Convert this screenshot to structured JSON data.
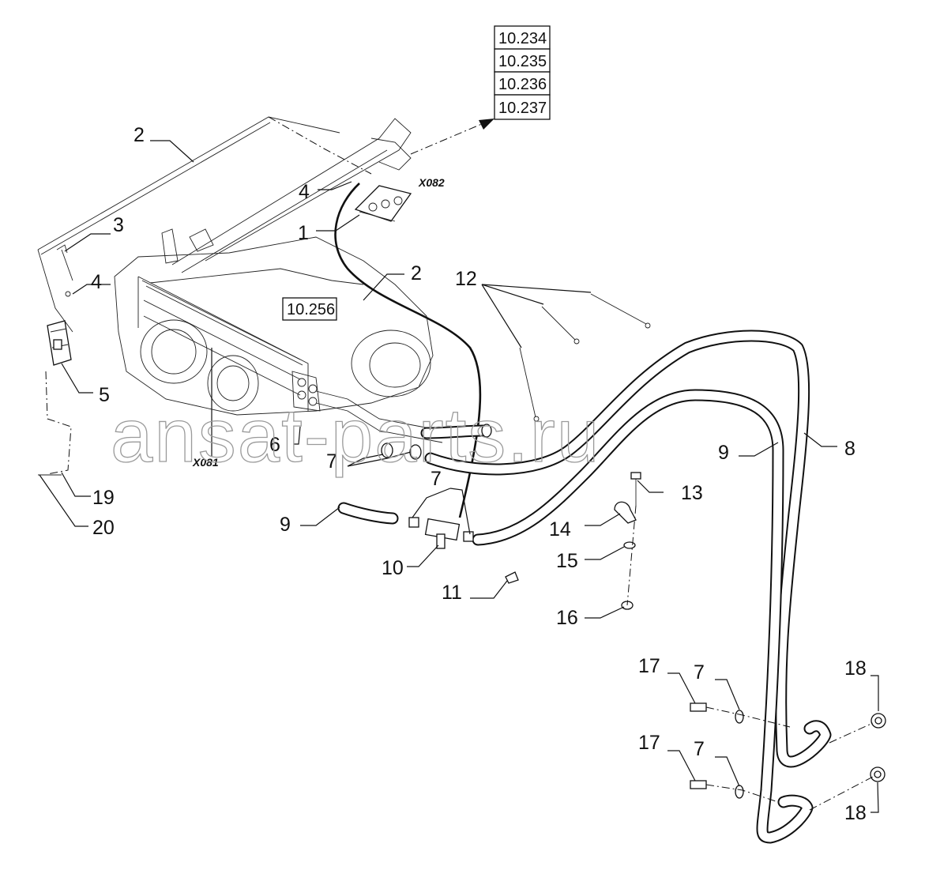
{
  "watermark": "ansat-parts.ru",
  "reference_boxes": {
    "top_stack": [
      "10.234",
      "10.235",
      "10.236",
      "10.237"
    ],
    "unit": "10.256"
  },
  "connectors": {
    "x082": "X082",
    "x081": "X081"
  },
  "callouts": {
    "c1": "1",
    "c2a": "2",
    "c2b": "2",
    "c3": "3",
    "c4a": "4",
    "c4b": "4",
    "c5": "5",
    "c6": "6",
    "c7a": "7",
    "c7b": "7",
    "c7c": "7",
    "c7d": "7",
    "c8": "8",
    "c9a": "9",
    "c9b": "9",
    "c10": "10",
    "c11": "11",
    "c12": "12",
    "c13": "13",
    "c14": "14",
    "c15": "15",
    "c16": "16",
    "c17a": "17",
    "c17b": "17",
    "c18a": "18",
    "c18b": "18",
    "c19": "19",
    "c20": "20"
  }
}
